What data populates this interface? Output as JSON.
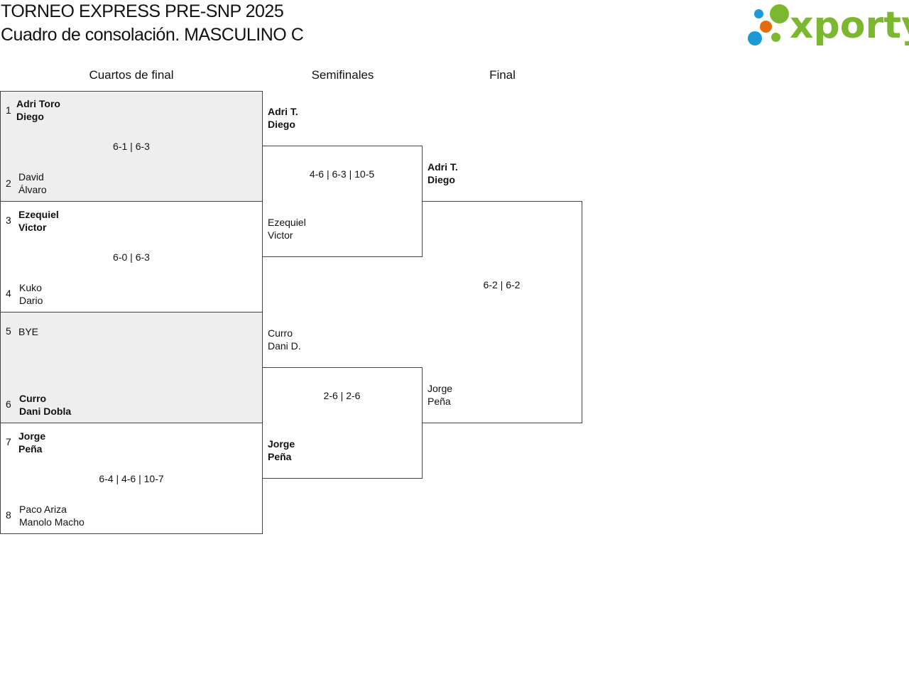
{
  "header": {
    "title_line1": "TORNEO EXPRESS PRE-SNP 2025",
    "title_line2": "Cuadro de consolación. MASCULINO C",
    "logo_text": "xporty",
    "logo_colors": {
      "green": "#7cb82f",
      "blue": "#1a9ad6",
      "orange": "#e46c0a"
    }
  },
  "rounds": {
    "quarterfinals": "Cuartos de final",
    "semifinals": "Semifinales",
    "final": "Final"
  },
  "quarterfinals": [
    {
      "top": {
        "seed": "1",
        "p1": "Adri Toro",
        "p2": "Diego",
        "winner": true
      },
      "score": "6-1 | 6-3",
      "bottom": {
        "seed": "2",
        "p1": "David",
        "p2": "Álvaro",
        "winner": false
      }
    },
    {
      "top": {
        "seed": "3",
        "p1": "Ezequiel",
        "p2": "Victor",
        "winner": true
      },
      "score": "6-0 | 6-3",
      "bottom": {
        "seed": "4",
        "p1": "Kuko",
        "p2": "Dario",
        "winner": false
      }
    },
    {
      "top": {
        "seed": "5",
        "p1": "BYE",
        "p2": "",
        "winner": false
      },
      "score": "",
      "bottom": {
        "seed": "6",
        "p1": "Curro",
        "p2": "Dani Dobla",
        "winner": true
      }
    },
    {
      "top": {
        "seed": "7",
        "p1": "Jorge",
        "p2": "Peña",
        "winner": true
      },
      "score": "6-4 | 4-6 | 10-7",
      "bottom": {
        "seed": "8",
        "p1": "Paco Ariza",
        "p2": "Manolo Macho",
        "winner": false
      }
    }
  ],
  "semifinals": [
    {
      "top": {
        "p1": "Adri T.",
        "p2": "Diego",
        "winner": true
      },
      "score": "4-6 | 6-3 | 10-5",
      "bottom": {
        "p1": "Ezequiel",
        "p2": "Victor",
        "winner": false
      }
    },
    {
      "top": {
        "p1": "Curro",
        "p2": "Dani D.",
        "winner": false
      },
      "score": "2-6 | 2-6",
      "bottom": {
        "p1": "Jorge",
        "p2": "Peña",
        "winner": true
      }
    }
  ],
  "final": {
    "top": {
      "p1": "Adri T.",
      "p2": "Diego",
      "winner": true
    },
    "score": "6-2 | 6-2",
    "bottom": {
      "p1": "Jorge",
      "p2": "Peña",
      "winner": false
    }
  }
}
